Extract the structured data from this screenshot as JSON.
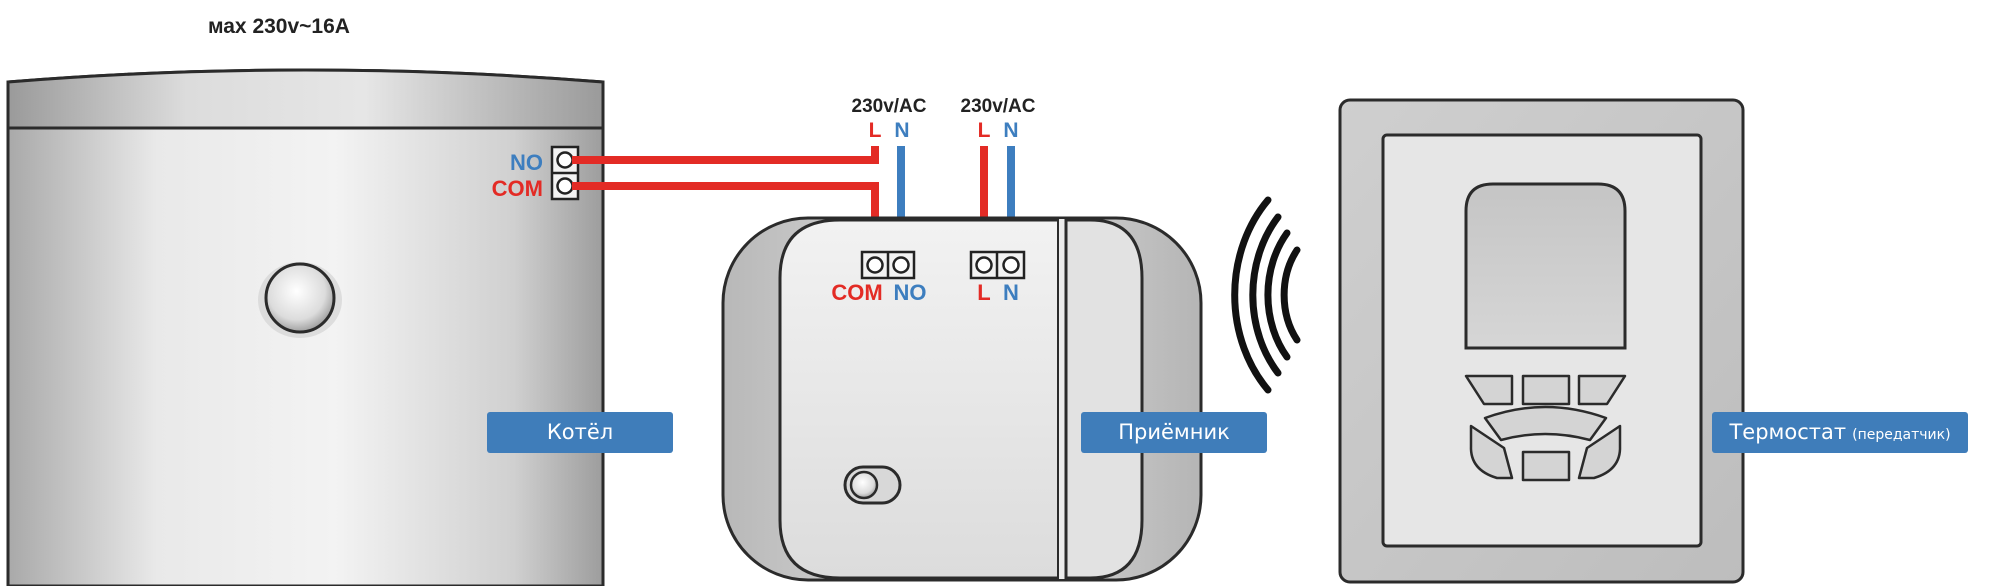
{
  "colors": {
    "red": "#e32b25",
    "blue": "#3d7ebf",
    "label_bg": "#3f7dba",
    "label_text": "#ffffff",
    "outline": "#2b2b2b"
  },
  "top_label": "мах 230v~16A",
  "boiler": {
    "terminal_no": "NO",
    "terminal_com": "COM",
    "label": "Котёл"
  },
  "supply_1": {
    "voltage": "230v/AC",
    "l": "L",
    "n": "N"
  },
  "supply_2": {
    "voltage": "230v/AC",
    "l": "L",
    "n": "N"
  },
  "receiver": {
    "terminal_com": "COM",
    "terminal_no": "NO",
    "terminal_l": "L",
    "terminal_n": "N",
    "label": "Приёмник"
  },
  "thermostat": {
    "label": "Термостат",
    "label_suffix": "(передатчик)"
  },
  "icons": {
    "signal": "wireless-signal-icon",
    "boiler_knob": "knob-icon",
    "receiver_switch": "toggle-switch-icon"
  }
}
